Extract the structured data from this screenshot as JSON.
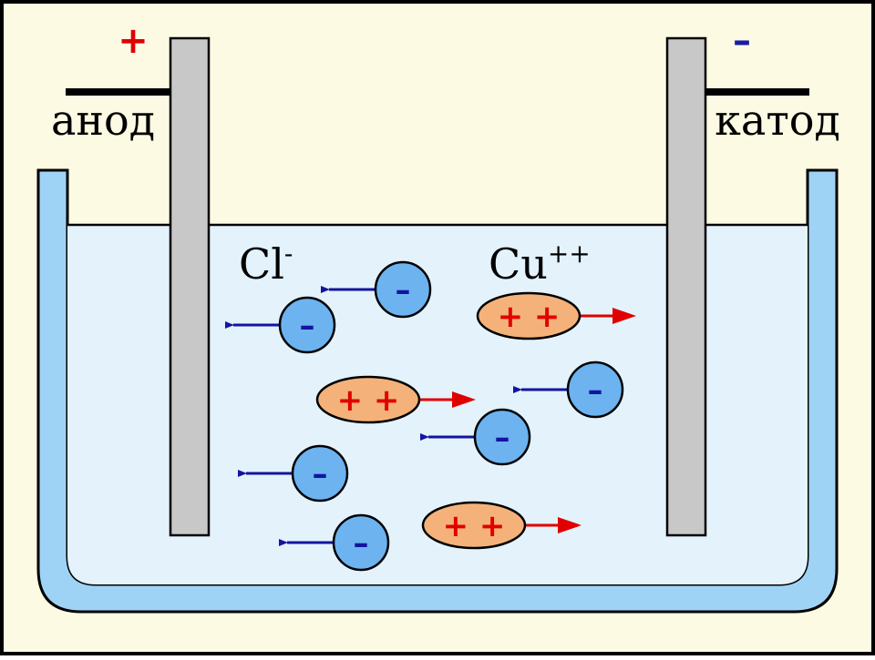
{
  "diagram": {
    "anode": {
      "label": "анод",
      "sign": "+",
      "sign_color": "#e00000"
    },
    "cathode": {
      "label": "катод",
      "sign": "–",
      "sign_color": "#1a1aa8"
    },
    "anion": {
      "label": "Cl",
      "charge": "-",
      "symbol": "–"
    },
    "cation": {
      "label": "Cu",
      "charge": "++",
      "symbol": "+ +"
    }
  },
  "colors": {
    "background": "#fdfae3",
    "frame": "#000000",
    "vessel": "#9fd3f5",
    "electrolyte": "#e4f2fc",
    "electrode": "#c8c8c8",
    "anion_fill": "#6cb3f0",
    "cation_fill": "#f4b27a",
    "anion_arrow": "#1414a0",
    "cation_arrow": "#e00000"
  }
}
